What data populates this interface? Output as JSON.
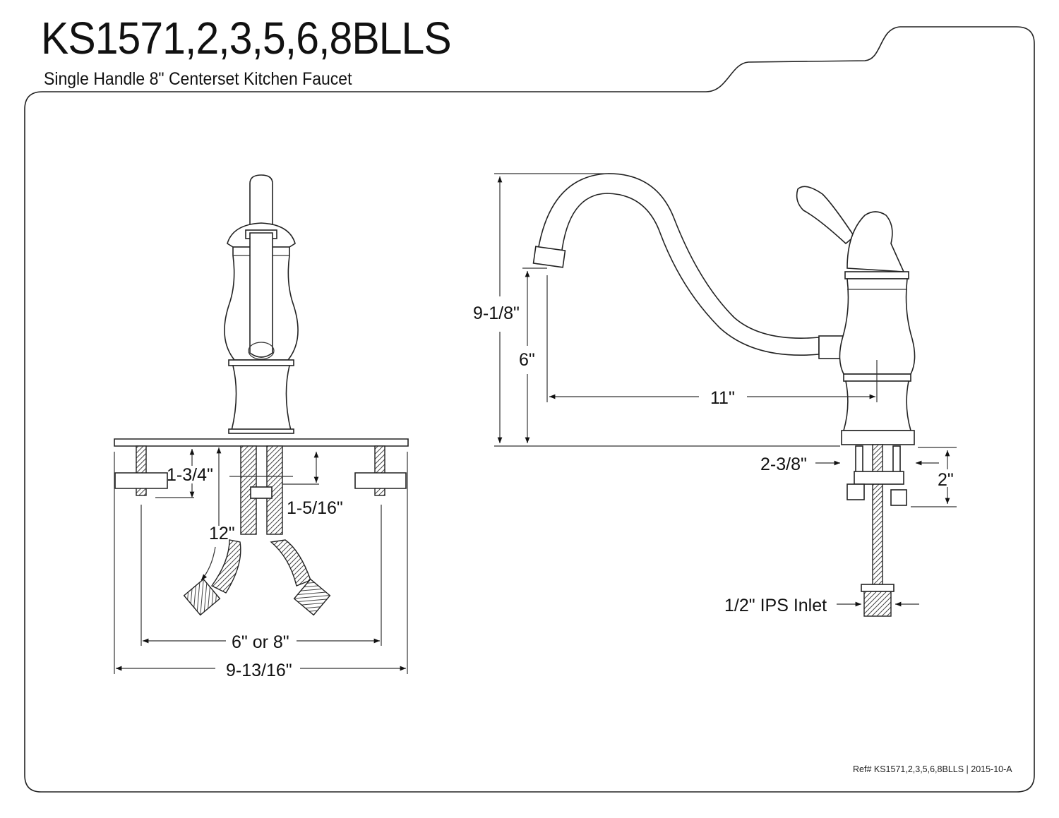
{
  "header": {
    "title": "KS1571,2,3,5,6,8BLLS",
    "subtitle": "Single Handle 8\" Centerset Kitchen Faucet"
  },
  "front_view": {
    "dim_nut_depth": "1-3/4\"",
    "dim_shank": "1-5/16\"",
    "dim_hose": "12\"",
    "dim_centers": "6\" or 8\"",
    "dim_plate_width": "9-13/16\""
  },
  "side_view": {
    "dim_height": "9-1/8\"",
    "dim_spout_height": "6\"",
    "dim_reach": "11\"",
    "dim_base": "2-3/8\"",
    "dim_deck": "2\"",
    "dim_inlet": "1/2\" IPS Inlet"
  },
  "footer": {
    "ref": "Ref# KS1571,2,3,5,6,8BLLS | 2015-10-A"
  }
}
